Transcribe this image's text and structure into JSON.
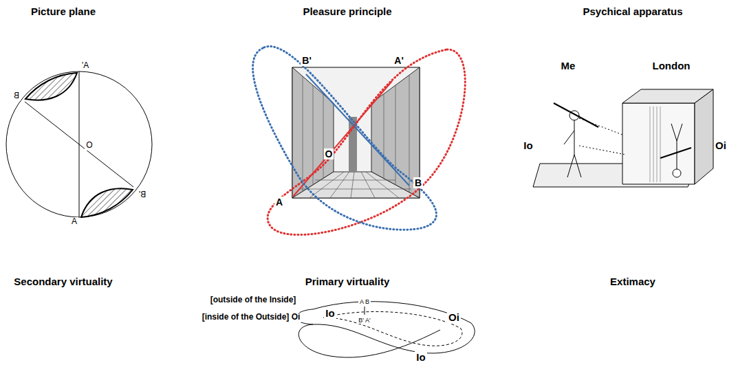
{
  "diagram": {
    "labels": [
      "Picture plane",
      "Pleasure principle",
      "Psychical apparatus",
      "Secondary virtuality",
      "Primary virtuality",
      "Extimacy",
      "A'",
      "B",
      "O",
      "B'",
      "A",
      "B'",
      "A'",
      "O",
      "A",
      "B",
      "Me",
      "London",
      "Io",
      "Oi",
      "[outside of the Inside]",
      "[inside of the Outside] Oi",
      "A B",
      "B' A'",
      "Io",
      "Oi",
      "Io"
    ]
  }
}
